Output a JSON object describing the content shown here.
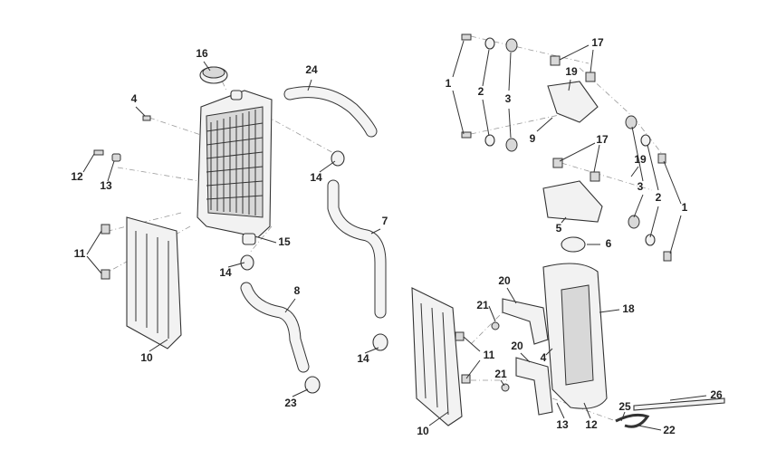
{
  "diagram": {
    "callouts": [
      "16",
      "24",
      "4",
      "12",
      "13",
      "14",
      "15",
      "11",
      "14",
      "10",
      "8",
      "7",
      "14",
      "23",
      "1",
      "2",
      "3",
      "17",
      "19",
      "9",
      "17",
      "19",
      "3",
      "2",
      "1",
      "5",
      "6",
      "20",
      "21",
      "18",
      "11",
      "20",
      "4",
      "21",
      "10",
      "13",
      "12",
      "25",
      "26",
      "22"
    ]
  }
}
